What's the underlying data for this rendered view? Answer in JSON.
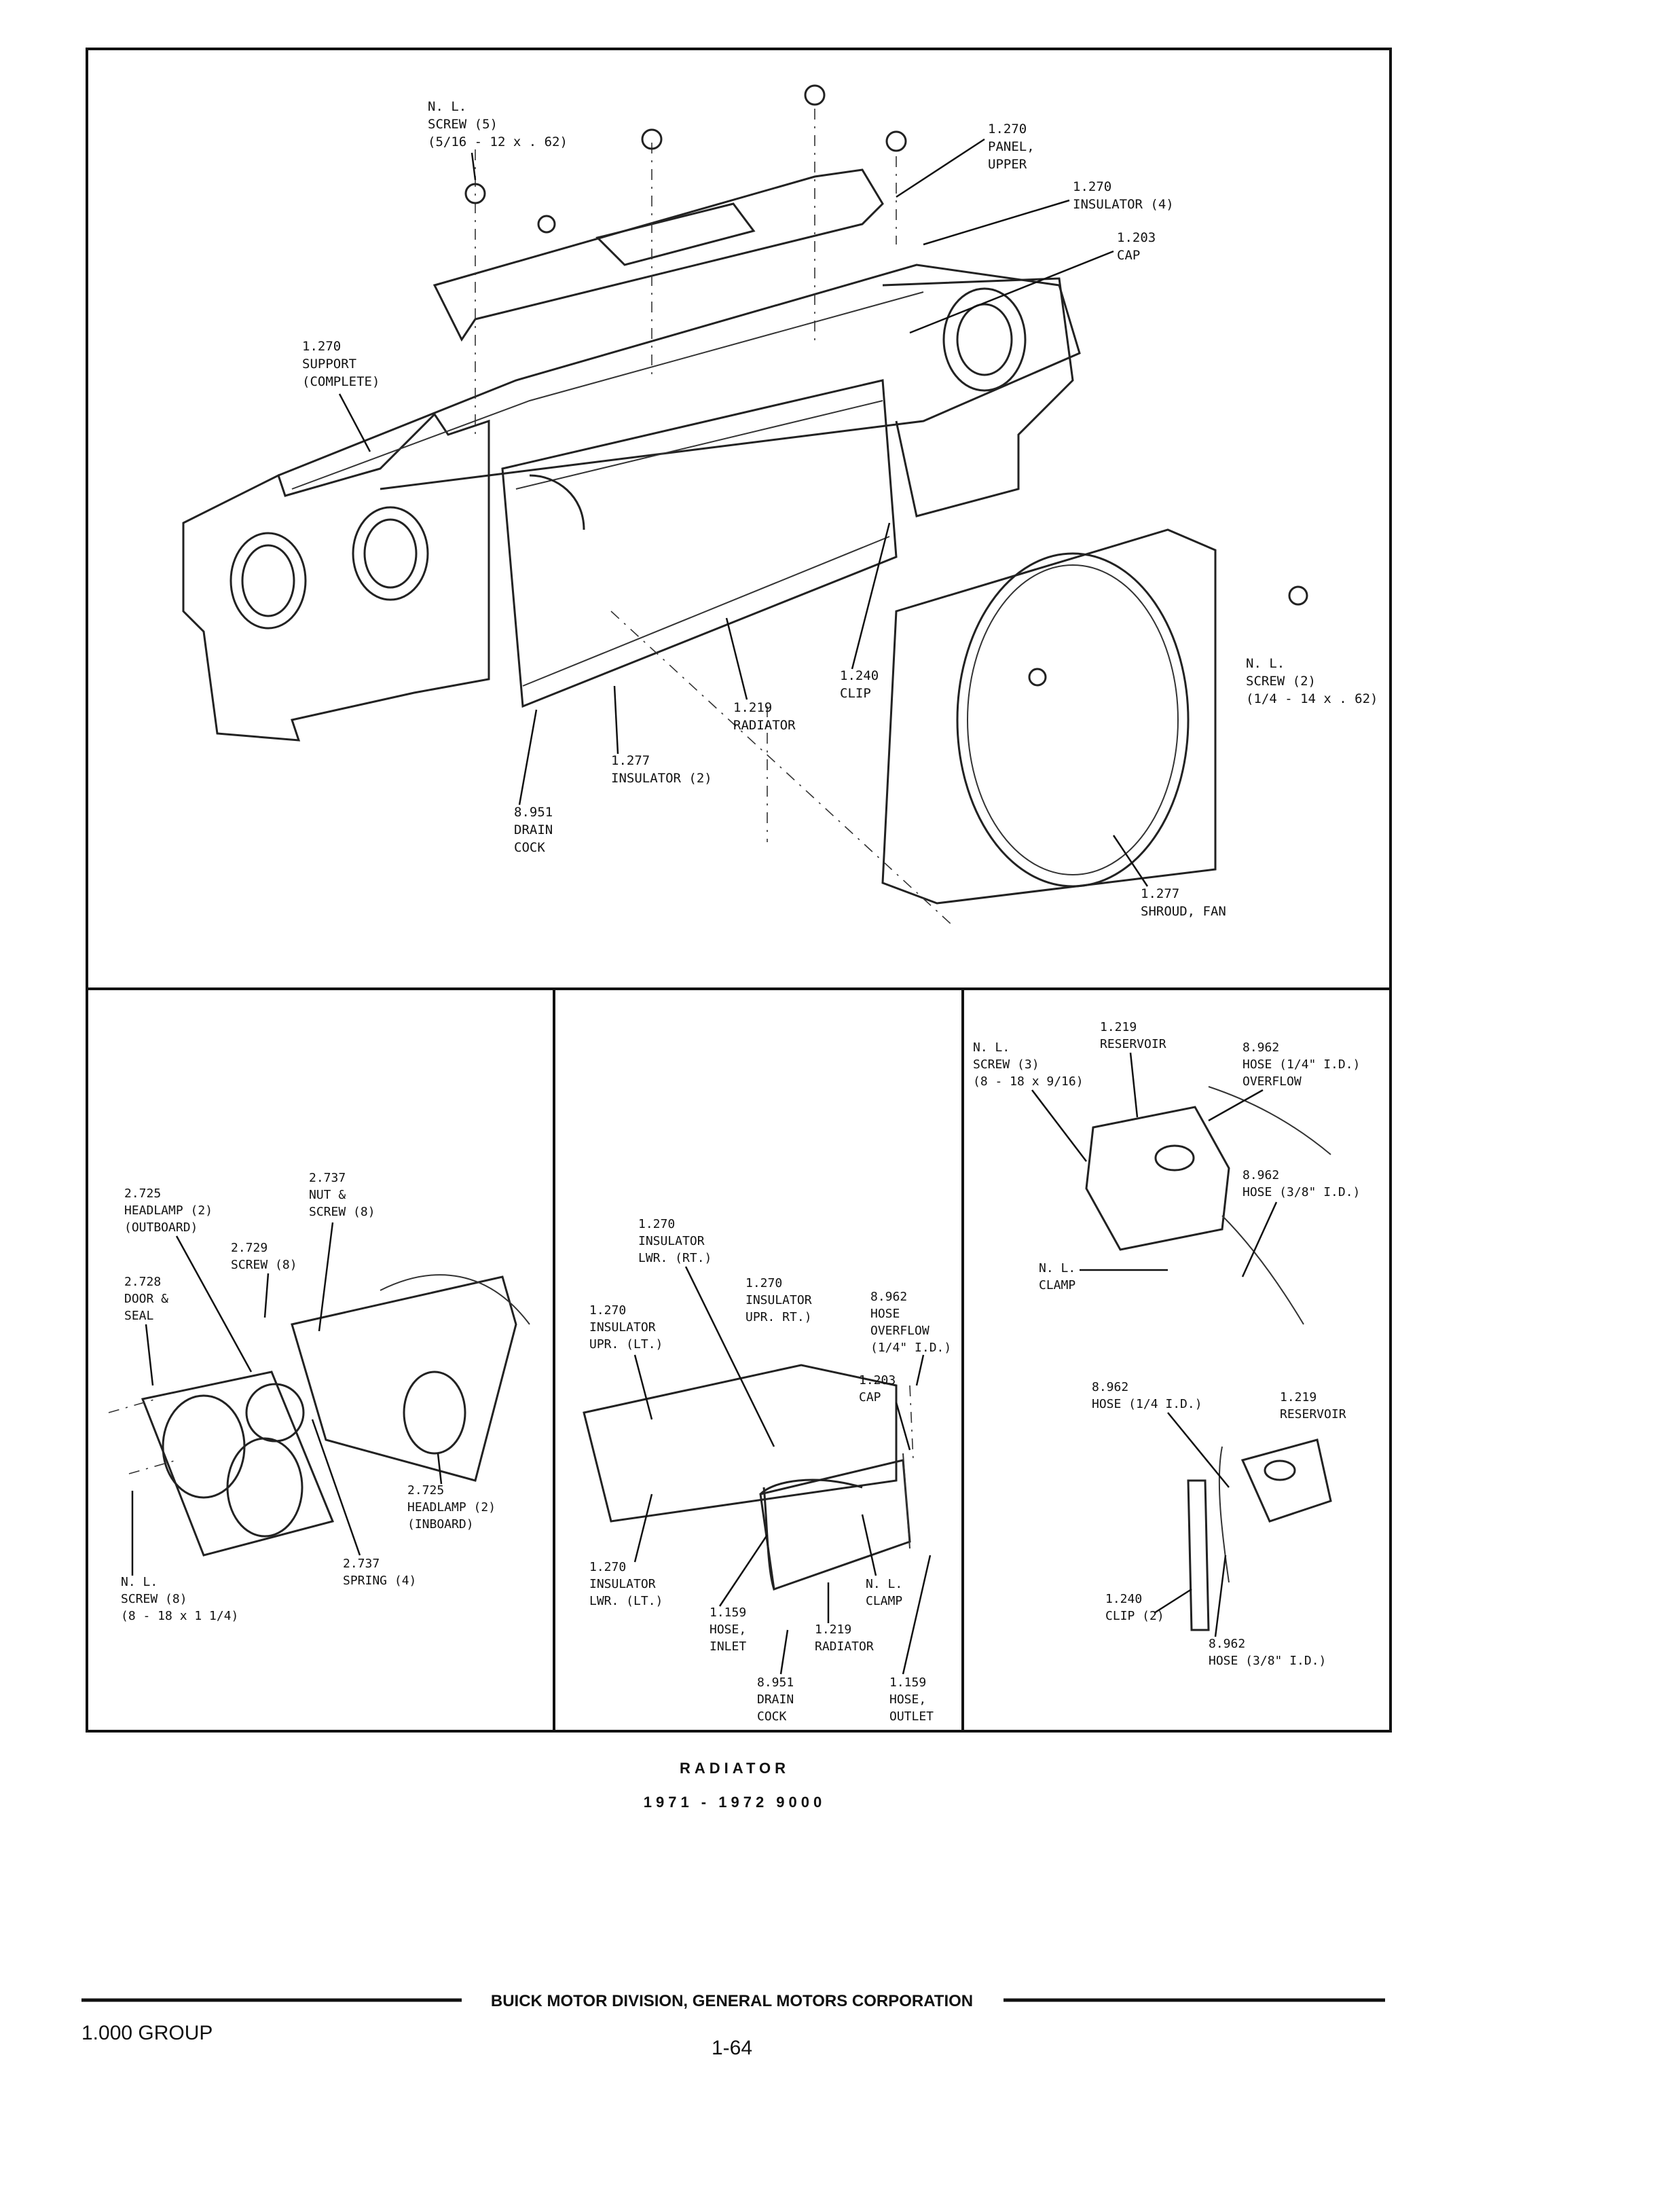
{
  "figure": {
    "caption_title": "RADIATOR",
    "caption_models": "1971 - 1972 9000"
  },
  "main_panel": {
    "labels": [
      {
        "id": "screw-top",
        "lines": [
          "N. L.",
          "SCREW (5)",
          "(5/16 - 12 x . 62)"
        ]
      },
      {
        "id": "panel-upper",
        "lines": [
          "1.270",
          "PANEL,",
          "UPPER"
        ]
      },
      {
        "id": "insulator-upper",
        "lines": [
          "1.270",
          "INSULATOR (4)"
        ]
      },
      {
        "id": "cap",
        "lines": [
          "1.203",
          "CAP"
        ]
      },
      {
        "id": "support",
        "lines": [
          "1.270",
          "SUPPORT",
          "(COMPLETE)"
        ]
      },
      {
        "id": "screw-shroud",
        "lines": [
          "N. L.",
          "SCREW (2)",
          "(1/4 - 14 x . 62)"
        ]
      },
      {
        "id": "clip",
        "lines": [
          "1.240",
          "CLIP"
        ]
      },
      {
        "id": "radiator",
        "lines": [
          "1.219",
          "RADIATOR"
        ]
      },
      {
        "id": "insulator-lower",
        "lines": [
          "1.277",
          "INSULATOR (2)"
        ]
      },
      {
        "id": "drain-cock",
        "lines": [
          "8.951",
          "DRAIN",
          "COCK"
        ]
      },
      {
        "id": "shroud",
        "lines": [
          "1.277",
          "SHROUD, FAN"
        ]
      }
    ]
  },
  "headlamp_panel": {
    "labels": [
      {
        "id": "headlamp-outboard",
        "lines": [
          "2.725",
          "HEADLAMP (2)",
          "(OUTBOARD)"
        ]
      },
      {
        "id": "nut-screw",
        "lines": [
          "2.737",
          "NUT &",
          "SCREW (8)"
        ]
      },
      {
        "id": "screw-8",
        "lines": [
          "2.729",
          "SCREW (8)"
        ]
      },
      {
        "id": "door-seal",
        "lines": [
          "2.728",
          "DOOR &",
          "SEAL"
        ]
      },
      {
        "id": "headlamp-inboard",
        "lines": [
          "2.725",
          "HEADLAMP (2)",
          "(INBOARD)"
        ]
      },
      {
        "id": "spring",
        "lines": [
          "2.737",
          "SPRING (4)"
        ]
      },
      {
        "id": "screw-nl",
        "lines": [
          "N. L.",
          "SCREW (8)",
          "(8 - 18 x 1 1/4)"
        ]
      }
    ]
  },
  "center_panel": {
    "labels": [
      {
        "id": "ins-lwr-rt",
        "lines": [
          "1.270",
          "INSULATOR",
          "LWR. (RT.)"
        ]
      },
      {
        "id": "ins-upr-rt",
        "lines": [
          "1.270",
          "INSULATOR",
          "UPR. RT.)"
        ]
      },
      {
        "id": "hose-overflow",
        "lines": [
          "8.962",
          "HOSE",
          "OVERFLOW",
          "(1/4\" I.D.)"
        ]
      },
      {
        "id": "ins-upr-lt",
        "lines": [
          "1.270",
          "INSULATOR",
          "UPR. (LT.)"
        ]
      },
      {
        "id": "cap-c",
        "lines": [
          "1.203",
          "CAP"
        ]
      },
      {
        "id": "ins-lwr-lt",
        "lines": [
          "1.270",
          "INSULATOR",
          "LWR. (LT.)"
        ]
      },
      {
        "id": "clamp-c",
        "lines": [
          "N. L.",
          "CLAMP"
        ]
      },
      {
        "id": "hose-inlet",
        "lines": [
          "1.159",
          "HOSE,",
          "INLET"
        ]
      },
      {
        "id": "radiator-c",
        "lines": [
          "1.219",
          "RADIATOR"
        ]
      },
      {
        "id": "drain-c",
        "lines": [
          "8.951",
          "DRAIN",
          "COCK"
        ]
      },
      {
        "id": "hose-outlet",
        "lines": [
          "1.159",
          "HOSE,",
          "OUTLET"
        ]
      }
    ]
  },
  "reservoir_panel": {
    "labels": [
      {
        "id": "reservoir-top",
        "lines": [
          "1.219",
          "RESERVOIR"
        ]
      },
      {
        "id": "screw-3",
        "lines": [
          "N. L.",
          "SCREW (3)",
          "(8 - 18 x 9/16)"
        ]
      },
      {
        "id": "hose-overflow-r",
        "lines": [
          "8.962",
          "HOSE (1/4\" I.D.)",
          "OVERFLOW"
        ]
      },
      {
        "id": "hose-38-top",
        "lines": [
          "8.962",
          "HOSE (3/8\" I.D.)"
        ]
      },
      {
        "id": "clamp-r",
        "lines": [
          "N. L.",
          "CLAMP"
        ]
      },
      {
        "id": "hose-14-low",
        "lines": [
          "8.962",
          "HOSE (1/4 I.D.)"
        ]
      },
      {
        "id": "reservoir-low",
        "lines": [
          "1.219",
          "RESERVOIR"
        ]
      },
      {
        "id": "clip-r",
        "lines": [
          "1.240",
          "CLIP (2)"
        ]
      },
      {
        "id": "hose-38-low",
        "lines": [
          "8.962",
          "HOSE (3/8\" I.D.)"
        ]
      }
    ]
  },
  "footer": {
    "corporation": "BUICK MOTOR DIVISION, GENERAL MOTORS CORPORATION",
    "group": "1.000 GROUP",
    "page": "1-64"
  }
}
